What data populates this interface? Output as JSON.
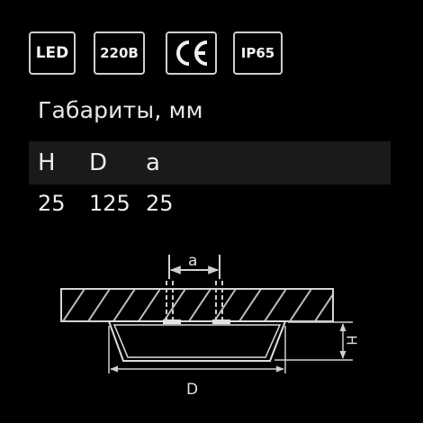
{
  "badges": {
    "led": "LED",
    "voltage": "220B",
    "ce_mark": "CE",
    "ip_rating": "IP65"
  },
  "section_title": "Габариты, мм",
  "dimensions": {
    "headers": [
      "H",
      "D",
      "a"
    ],
    "values": [
      "25",
      "125",
      "25"
    ]
  },
  "drawing": {
    "label_a": "a",
    "label_d": "D",
    "label_h": "H"
  },
  "colors": {
    "background": "#000000",
    "text": "#e6e6e6",
    "header_band": "#1a1a1a",
    "line": "#cfcfcf"
  }
}
